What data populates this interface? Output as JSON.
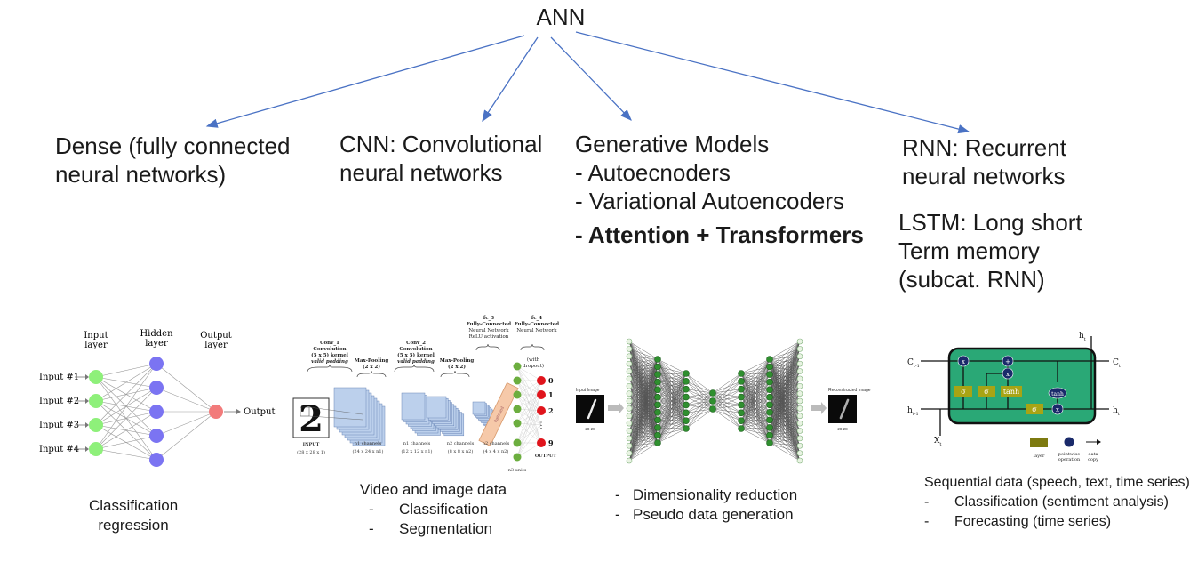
{
  "root": {
    "label": "ANN"
  },
  "categories": [
    {
      "title_lines": [
        "Dense (fully connected",
        "neural networks)"
      ]
    },
    {
      "title_lines": [
        "CNN: Convolutional",
        "neural networks"
      ]
    },
    {
      "title_lines": [
        "Generative Models",
        "- Autoecnoders",
        "- Variational Autoencoders"
      ],
      "bold_line": "- Attention + Transformers"
    },
    {
      "title_lines": [
        "RNN: Recurrent",
        "neural networks"
      ],
      "sub_lines": [
        "LSTM: Long short",
        "Term memory",
        "(subcat. RNN)"
      ]
    }
  ],
  "dense_diagram": {
    "input_layer": "Input layer",
    "hidden_layer": "Hidden layer",
    "output_layer": "Output layer",
    "inputs": [
      "Input #1",
      "Input #2",
      "Input #3",
      "Input #4"
    ],
    "output": "Output",
    "colors": {
      "input": "#8ef07a",
      "hidden": "#7b74f2",
      "output": "#f27b7b"
    }
  },
  "cnn_diagram": {
    "conv1": [
      "Conv_1",
      "Convolution",
      "(5 x 5) kernel",
      "valid padding"
    ],
    "pool1": [
      "Max-Pooling",
      "(2 x 2)"
    ],
    "conv2": [
      "Conv_2",
      "Convolution",
      "(5 x 5) kernel",
      "valid padding"
    ],
    "pool2": [
      "Max-Pooling",
      "(2 x 2)"
    ],
    "fc3": [
      "fc_3",
      "Fully-Connected",
      "Neural Network",
      "ReLU activation"
    ],
    "fc4": [
      "fc_4",
      "Fully-Connected",
      "Neural Network"
    ],
    "dropout": [
      "(with",
      "dropout)"
    ],
    "input_label": [
      "INPUT",
      "(28 x 28 x 1)"
    ],
    "digit": "2",
    "layers": [
      [
        "n1 channels",
        "(24 x 24 x n1)"
      ],
      [
        "n1 channels",
        "(12 x 12 x n1)"
      ],
      [
        "n2 channels",
        "(8 x 8 x n2)"
      ],
      [
        "n2 channels",
        "(4 x 4 x n2)"
      ]
    ],
    "flatten": "flattened",
    "n3": "n3 units",
    "outputs": [
      "0",
      "1",
      "2",
      "⋮",
      "9"
    ],
    "output_label": "OUTPUT"
  },
  "ae_diagram": {
    "input_image": "Input Image",
    "reconstructed": "Reconstructed Image",
    "dims": "28  28"
  },
  "lstm_diagram": {
    "labels": {
      "c_prev": "C",
      "c_prev_sub": "t-1",
      "h_prev": "h",
      "h_prev_sub": "t-1",
      "x": "X",
      "x_sub": "t",
      "c_out": "C",
      "c_out_sub": "t",
      "h_out": "h",
      "h_out_sub": "t",
      "h_top": "h",
      "h_top_sub": "t"
    },
    "gates": [
      "σ",
      "σ",
      "tanh",
      "σ"
    ],
    "ops": [
      "x",
      "+",
      "x",
      "tanh",
      "x"
    ],
    "legend": [
      "layer",
      "pointwise operation",
      "data copy"
    ]
  },
  "captions": {
    "dense": [
      "Classification",
      "regression"
    ],
    "cnn_title": "Video and image data",
    "cnn_items": [
      "Classification",
      "Segmentation"
    ],
    "ae_items": [
      "Dimensionality reduction",
      "Pseudo data generation"
    ],
    "rnn_title": "Sequential data (speech, text, time series)",
    "rnn_items": [
      "Classification (sentiment analysis)",
      "Forecasting (time series)"
    ]
  }
}
